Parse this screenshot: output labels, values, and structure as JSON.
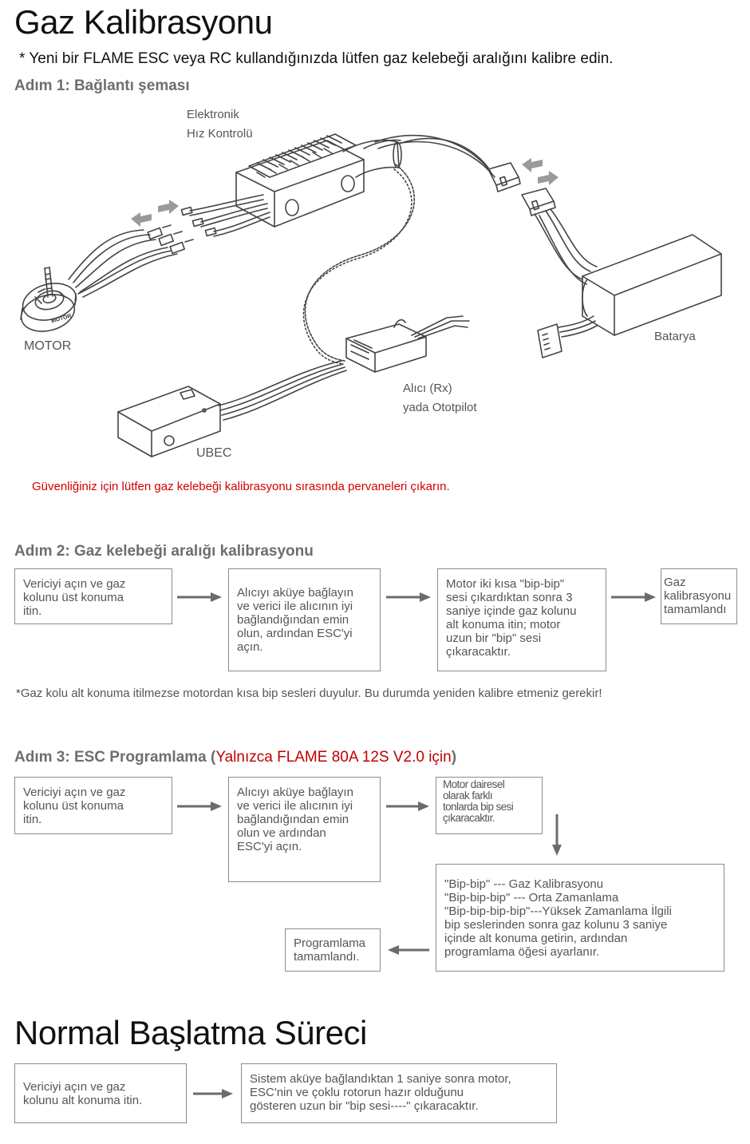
{
  "title": "Gaz Kalibrasyonu",
  "intro": "* Yeni bir FLAME ESC veya RC kullandığınızda lütfen gaz kelebeği aralığını kalibre edin.",
  "step1": {
    "heading": "Adım 1: Bağlantı şeması",
    "labels": {
      "esc": "Elektronik\nHız Kontrolü",
      "motor": "MOTOR",
      "motor_body": "MOTOR",
      "battery": "Batarya",
      "receiver": "Alıcı (Rx)\nyada Ototpilot",
      "ubec": "UBEC"
    },
    "warning": "Güvenliğiniz için lütfen gaz kelebeği kalibrasyonu sırasında pervaneleri çıkarın."
  },
  "step2": {
    "heading": "Adım 2: Gaz kelebeği aralığı kalibrasyonu",
    "boxes": [
      "Vericiyi açın ve gaz\nkolunu üst konuma\nitin.",
      "Alıcıyı aküye bağlayın\nve verici ile alıcının iyi\nbağlandığından emin\nolun, ardından ESC'yi\naçın.",
      "Motor iki kısa \"bip-bip\"\nsesi çıkardıktan sonra 3\nsaniye içinde gaz kolunu\nalt konuma itin; motor\nuzun bir \"bip\" sesi\nçıkaracaktır.",
      "Gaz\nkalibrasyonu\ntamamlandı"
    ],
    "note": "*Gaz kolu alt konuma itilmezse motordan kısa bip sesleri duyulur. Bu durumda yeniden kalibre etmeniz gerekir!"
  },
  "step3": {
    "heading": "Adım 3: ESC Programlama (",
    "heading_red": "Yalnızca FLAME 80A 12S V2.0 için",
    "heading_end": ")",
    "boxes": [
      "Vericiyi açın ve gaz\nkolunu üst konuma\nitin.",
      "Alıcıyı aküye bağlayın\nve verici ile alıcının iyi\nbağlandığından emin\nolun ve ardından\nESC'yi açın.",
      "Motor dairesel\nolarak farklı\ntonlarda bip sesi\nçıkaracaktır.",
      "\"Bip-bip\" --- Gaz Kalibrasyonu\n\"Bip-bip-bip\" --- Orta Zamanlama\n\"Bip-bip-bip-bip\"---Yüksek Zamanlama İlgili\nbip seslerinden sonra gaz kolunu 3 saniye\niçinde alt konuma getirin, ardından\nprogramlama öğesi ayarlanır.",
      "Programlama\ntamamlandı."
    ]
  },
  "normal": {
    "heading": "Normal Başlatma Süreci",
    "boxes": [
      "Vericiyi açın ve gaz\nkolunu alt konuma itin.",
      "Sistem aküye bağlandıktan 1 saniye sonra motor,\nESC'nin ve çoklu rotorun hazır olduğunu\ngösteren uzun bir \"bip sesi----\" çıkaracaktır."
    ]
  },
  "colors": {
    "warning_red": "#d40000",
    "heading_gray": "#6e6e6e",
    "box_border": "#8c8c8c",
    "arrow": "#6b6b6b"
  }
}
